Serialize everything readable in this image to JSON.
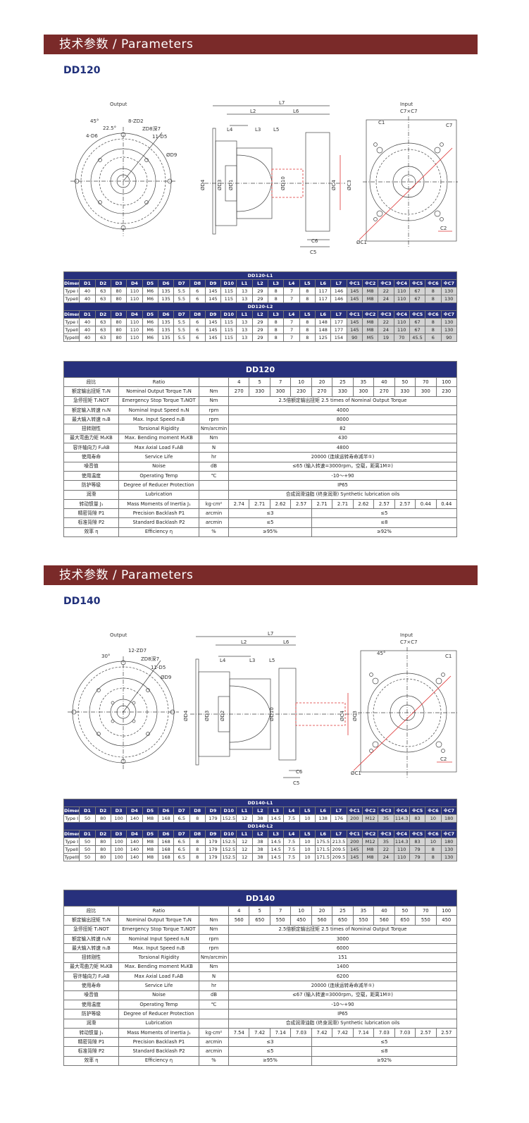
{
  "sections": [
    {
      "banner": "技术参数  / Parameters",
      "model": "DD120",
      "drawing": {
        "output": "Output",
        "input": "Input",
        "input_size": "C7×C7",
        "labels": [
          "8-ZD2",
          "ZD8深7",
          "4-D6",
          "11-D5",
          "ØD9",
          "22.5°",
          "45°",
          "L7",
          "L2",
          "L6",
          "L4",
          "L3",
          "L5",
          "ØD4",
          "ØD3",
          "ØD1",
          "ØD10",
          "ØC4",
          "ØC3",
          "C2",
          "C5",
          "C6",
          "C1",
          "C7",
          "ØC1"
        ]
      },
      "dim_tables": [
        {
          "title": "DD120-L1",
          "headers": [
            "Dimension",
            "D1",
            "D2",
            "D3",
            "D4",
            "D5",
            "D6",
            "D7",
            "D8",
            "D9",
            "D10",
            "L1",
            "L2",
            "L3",
            "L4",
            "L5",
            "L6",
            "L7",
            "※C1",
            "※C2",
            "※C3",
            "※C4",
            "※C5",
            "※C6",
            "※C7"
          ],
          "rows": [
            [
              "Type I",
              "40",
              "63",
              "80",
              "110",
              "M6",
              "135",
              "5.5",
              "6",
              "145",
              "115",
              "13",
              "29",
              "8",
              "7",
              "8",
              "117",
              "146",
              "145",
              "M8",
              "22",
              "110",
              "67",
              "8",
              "130"
            ],
            [
              "TypeII",
              "40",
              "63",
              "80",
              "110",
              "M6",
              "135",
              "5.5",
              "6",
              "145",
              "115",
              "13",
              "29",
              "8",
              "7",
              "8",
              "117",
              "146",
              "145",
              "M8",
              "24",
              "110",
              "67",
              "8",
              "130"
            ]
          ]
        },
        {
          "title": "DD120-L2",
          "headers": [
            "Dimension",
            "D1",
            "D2",
            "D3",
            "D4",
            "D5",
            "D6",
            "D7",
            "D8",
            "D9",
            "D10",
            "L1",
            "L2",
            "L3",
            "L4",
            "L5",
            "L6",
            "L7",
            "※C1",
            "※C2",
            "※C3",
            "※C4",
            "※C5",
            "※C6",
            "※C7"
          ],
          "rows": [
            [
              "Type I",
              "40",
              "63",
              "80",
              "110",
              "M6",
              "135",
              "5.5",
              "6",
              "145",
              "115",
              "13",
              "29",
              "8",
              "7",
              "8",
              "148",
              "177",
              "145",
              "M8",
              "22",
              "110",
              "67",
              "8",
              "130"
            ],
            [
              "TypeII",
              "40",
              "63",
              "80",
              "110",
              "M6",
              "135",
              "5.5",
              "6",
              "145",
              "115",
              "13",
              "29",
              "8",
              "7",
              "8",
              "148",
              "177",
              "145",
              "M8",
              "24",
              "110",
              "67",
              "8",
              "130"
            ],
            [
              "TypeIII",
              "40",
              "63",
              "80",
              "110",
              "M6",
              "135",
              "5.5",
              "6",
              "145",
              "115",
              "13",
              "29",
              "8",
              "7",
              "8",
              "125",
              "154",
              "90",
              "M5",
              "19",
              "70",
              "45.5",
              "6",
              "90"
            ]
          ]
        }
      ],
      "param_table": {
        "title": "DD120",
        "ratio_row": [
          "段比",
          "Ratio",
          "",
          "4",
          "5",
          "7",
          "10",
          "20",
          "25",
          "35",
          "40",
          "50",
          "70",
          "100"
        ],
        "rows": [
          {
            "cn": "额定输出扭矩 T₂N",
            "en": "Nominal Output Torque T₂N",
            "unit": "Nm",
            "vals": [
              "270",
              "330",
              "300",
              "230",
              "270",
              "330",
              "300",
              "270",
              "330",
              "300",
              "230"
            ]
          },
          {
            "cn": "急停扭矩 T₂NOT",
            "en": "Emergency Stop Torque T₂NOT",
            "unit": "Nm",
            "span": "2.5倍额定输出扭矩 2.5 times of Nominal Output Torque"
          },
          {
            "cn": "额定输入转速 n₁N",
            "en": "Nominal Input Speed n₁N",
            "unit": "rpm",
            "span": "4000"
          },
          {
            "cn": "最大输入转速 n₁B",
            "en": "Max. Input Speed n₁B",
            "unit": "rpm",
            "span": "8000"
          },
          {
            "cn": "扭转刚性",
            "en": "Torsional Rigidity",
            "unit": "Nm/arcmin",
            "span": "82"
          },
          {
            "cn": "最大弯曲力矩 M₂KB",
            "en": "Max. Bending moment M₂KB",
            "unit": "Nm",
            "span": "430"
          },
          {
            "cn": "容许轴向力 F₂AB",
            "en": "Max Axial Load F₂AB",
            "unit": "N",
            "span": "4800"
          },
          {
            "cn": "使用寿命",
            "en": "Service Life",
            "unit": "hr",
            "span": "20000 (连续运转寿命减半①)"
          },
          {
            "cn": "噪音值",
            "en": "Noise",
            "unit": "dB",
            "span": "≤65 (输入转速=3000rpm，空载，距离1M②)"
          },
          {
            "cn": "使用温度",
            "en": "Operating Temp",
            "unit": "℃",
            "span": "-10～+90"
          },
          {
            "cn": "防护等级",
            "en": "Degree of Reducer Protection",
            "unit": "",
            "span": "IP65"
          },
          {
            "cn": "润滑",
            "en": "Lubrication",
            "unit": "",
            "span": "合成润滑油脂 (终身润滑) Synthetic lubrication oils"
          },
          {
            "cn": "转动惯量 J₁",
            "en": "Mass Moments of Inertia J₁",
            "unit": "kg·cm²",
            "vals": [
              "2.74",
              "2.71",
              "2.62",
              "2.57",
              "2.71",
              "2.71",
              "2.62",
              "2.57",
              "2.57",
              "0.44",
              "0.44"
            ]
          },
          {
            "cn": "精密背隙 P1",
            "en": "Precision Backlash P1",
            "unit": "arcmin",
            "split": [
              "≤3",
              "≤5"
            ]
          },
          {
            "cn": "标准背隙 P2",
            "en": "Standard Backlash P2",
            "unit": "arcmin",
            "split": [
              "≤5",
              "≤8"
            ]
          },
          {
            "cn": "效率 η",
            "en": "Efficiency η",
            "unit": "%",
            "split": [
              "≥95%",
              "≥92%"
            ]
          }
        ]
      }
    },
    {
      "banner": "技术参数  / Parameters",
      "model": "DD140",
      "drawing": {
        "output": "Output",
        "input": "Input",
        "input_size": "C7×C7",
        "labels": [
          "12-ZD7",
          "ZD8深7",
          "11-D5",
          "ØD9",
          "30°",
          "45°",
          "L7",
          "L2",
          "L6",
          "L4",
          "L3",
          "L5",
          "ØD4",
          "ØD3",
          "ØD2",
          "ØD10",
          "ØC4",
          "ØC3",
          "C2",
          "C5",
          "C6",
          "C1",
          "ØC1"
        ]
      },
      "dim_tables": [
        {
          "title": "DD140-L1",
          "headers": [
            "Dimension",
            "D1",
            "D2",
            "D3",
            "D4",
            "D5",
            "D6",
            "D7",
            "D8",
            "D9",
            "D10",
            "L1",
            "L2",
            "L3",
            "L4",
            "L5",
            "L6",
            "L7",
            "※C1",
            "※C2",
            "※C3",
            "※C4",
            "※C5",
            "※C6",
            "※C7"
          ],
          "rows": [
            [
              "Type I",
              "50",
              "80",
              "100",
              "140",
              "M8",
              "168",
              "6.5",
              "8",
              "179",
              "152.5",
              "12",
              "38",
              "14.5",
              "7.5",
              "10",
              "138",
              "176",
              "200",
              "M12",
              "35",
              "114.3",
              "83",
              "10",
              "180"
            ]
          ]
        },
        {
          "title": "DD140-L2",
          "headers": [
            "Dimension",
            "D1",
            "D2",
            "D3",
            "D4",
            "D5",
            "D6",
            "D7",
            "D8",
            "D9",
            "D10",
            "L1",
            "L2",
            "L3",
            "L4",
            "L5",
            "L6",
            "L7",
            "※C1",
            "※C2",
            "※C3",
            "※C4",
            "※C5",
            "※C6",
            "※C7"
          ],
          "rows": [
            [
              "Type I",
              "50",
              "80",
              "100",
              "140",
              "M8",
              "168",
              "6.5",
              "8",
              "179",
              "152.5",
              "12",
              "38",
              "14.5",
              "7.5",
              "10",
              "175.5",
              "213.5",
              "200",
              "M12",
              "35",
              "114.3",
              "83",
              "10",
              "180"
            ],
            [
              "TypeII",
              "50",
              "80",
              "100",
              "140",
              "M8",
              "168",
              "6.5",
              "8",
              "179",
              "152.5",
              "12",
              "38",
              "14.5",
              "7.5",
              "10",
              "171.5",
              "209.5",
              "145",
              "M8",
              "22",
              "110",
              "79",
              "8",
              "130"
            ],
            [
              "TypeIII",
              "50",
              "80",
              "100",
              "140",
              "M8",
              "168",
              "6.5",
              "8",
              "179",
              "152.5",
              "12",
              "38",
              "14.5",
              "7.5",
              "10",
              "171.5",
              "209.5",
              "145",
              "M8",
              "24",
              "110",
              "79",
              "8",
              "130"
            ]
          ]
        }
      ],
      "param_table": {
        "title": "DD140",
        "ratio_row": [
          "段比",
          "Ratio",
          "",
          "4",
          "5",
          "7",
          "10",
          "20",
          "25",
          "35",
          "40",
          "50",
          "70",
          "100"
        ],
        "rows": [
          {
            "cn": "额定输出扭矩 T₂N",
            "en": "Nominal Output Torque T₂N",
            "unit": "Nm",
            "vals": [
              "560",
              "650",
              "550",
              "450",
              "560",
              "650",
              "550",
              "560",
              "650",
              "550",
              "450"
            ]
          },
          {
            "cn": "急停扭矩 T₂NOT",
            "en": "Emergency Stop Torque T₂NOT",
            "unit": "Nm",
            "span": "2.5倍额定输出扭矩 2.5 times of Nominal Output Torque"
          },
          {
            "cn": "额定输入转速 n₁N",
            "en": "Nominal Input Speed n₁N",
            "unit": "rpm",
            "span": "3000"
          },
          {
            "cn": "最大输入转速 n₁B",
            "en": "Max. Input Speed n₁B",
            "unit": "rpm",
            "span": "6000"
          },
          {
            "cn": "扭转刚性",
            "en": "Torsional Rigidity",
            "unit": "Nm/arcmin",
            "span": "151"
          },
          {
            "cn": "最大弯曲力矩 M₂KB",
            "en": "Max. Bending moment M₂KB",
            "unit": "Nm",
            "span": "1400"
          },
          {
            "cn": "容许轴向力 F₂AB",
            "en": "Max Axial Load F₂AB",
            "unit": "N",
            "span": "6200"
          },
          {
            "cn": "使用寿命",
            "en": "Service Life",
            "unit": "hr",
            "span": "20000 (连续运转寿命减半①)"
          },
          {
            "cn": "噪音值",
            "en": "Noise",
            "unit": "dB",
            "span": "≤67 (输入转速=3000rpm，空载，距离1M②)"
          },
          {
            "cn": "使用温度",
            "en": "Operating Temp",
            "unit": "℃",
            "span": "-10～+90"
          },
          {
            "cn": "防护等级",
            "en": "Degree of Reducer Protection",
            "unit": "",
            "span": "IP65"
          },
          {
            "cn": "润滑",
            "en": "Lubrication",
            "unit": "",
            "span": "合成润滑油脂 (终身润滑) Synthetic lubrication oils"
          },
          {
            "cn": "转动惯量 J₁",
            "en": "Mass Moments of Inertia J₁",
            "unit": "kg·cm²",
            "vals": [
              "7.54",
              "7.42",
              "7.14",
              "7.03",
              "7.42",
              "7.42",
              "7.14",
              "7.03",
              "7.03",
              "2.57",
              "2.57"
            ]
          },
          {
            "cn": "精密背隙 P1",
            "en": "Precision Backlash P1",
            "unit": "arcmin",
            "split": [
              "≤3",
              "≤5"
            ]
          },
          {
            "cn": "标准背隙 P2",
            "en": "Standard Backlash P2",
            "unit": "arcmin",
            "split": [
              "≤5",
              "≤8"
            ]
          },
          {
            "cn": "效率 η",
            "en": "Efficiency η",
            "unit": "%",
            "split": [
              "≥95%",
              "≥92%"
            ]
          }
        ]
      }
    }
  ]
}
